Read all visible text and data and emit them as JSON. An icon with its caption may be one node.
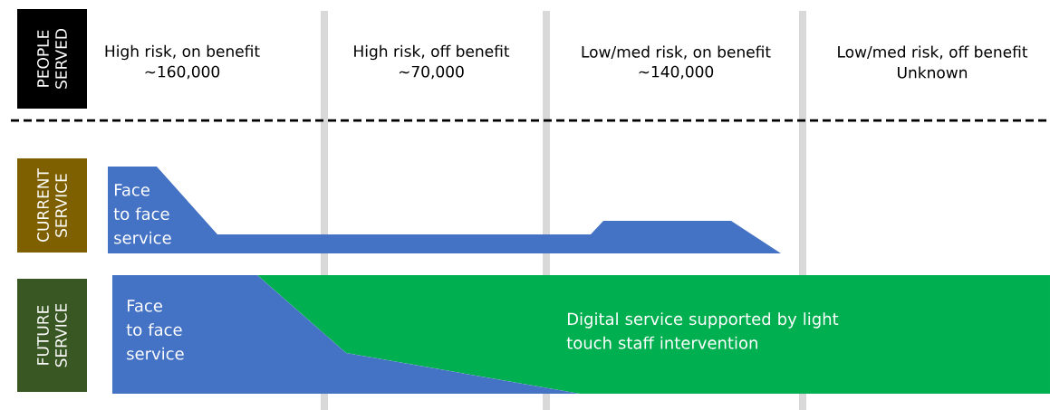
{
  "diagram": {
    "nodes": [
      {
        "text": [
          "PEOPLE SERVED"
        ]
      },
      {
        "text": [
          "CURRENT SERVICE"
        ]
      },
      {
        "text": [
          "FUTURE SERVICE"
        ]
      },
      {
        "text": [
          "Face to face service"
        ]
      },
      {
        "text": [
          "Digital service supported by light touch staff intervention"
        ]
      },
      {
        "text": [
          "Face to face service"
        ]
      }
    ],
    "labels": [
      "High risk, on benefit",
      "~160,000",
      "High risk, off benefit",
      "~70,000",
      "Low/med risk, on benefit",
      "~140,000",
      "Low/med risk, off benefit",
      "Unknown"
    ]
  }
}
